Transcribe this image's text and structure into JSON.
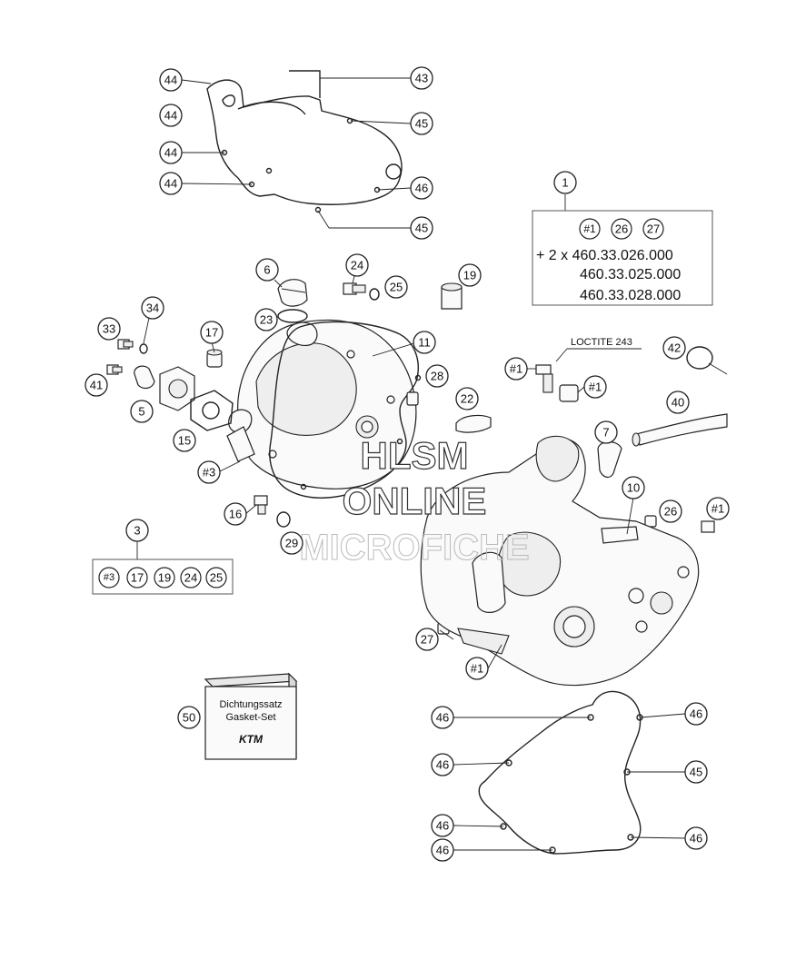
{
  "callouts": {
    "c44a": "44",
    "c44b": "44",
    "c44c": "44",
    "c44d": "44",
    "c43": "43",
    "c45a": "45",
    "c45b": "46",
    "c45c": "45",
    "c1": "1",
    "c6": "6",
    "c24a": "24",
    "c25a": "25",
    "c19a": "19",
    "c23": "23",
    "c34": "34",
    "c33": "33",
    "c17a": "17",
    "c11": "11",
    "c41": "41",
    "c5": "5",
    "c28": "28",
    "c22": "22",
    "c15": "15",
    "c3hash": "#3",
    "c16": "16",
    "c29": "29",
    "c42": "42",
    "c1hashA": "#1",
    "c1hashB": "#1",
    "c40": "40",
    "c7": "7",
    "c10": "10",
    "c26a": "26",
    "c1hashC": "#1",
    "c3": "3",
    "c27a": "27",
    "c1hashD": "#1",
    "c50": "50",
    "c46a": "46",
    "c46b": "46",
    "c46c": "46",
    "c46d": "46",
    "c46e": "46",
    "c46f": "46",
    "c45d": "45"
  },
  "kit1": {
    "items": [
      "#1",
      "26",
      "27"
    ],
    "line1": "+ 2 x 460.33.026.000",
    "line2": "460.33.025.000",
    "line3": "460.33.028.000"
  },
  "kit3": {
    "items": [
      "#3",
      "17",
      "19",
      "24",
      "25"
    ]
  },
  "loctite": "LOCTITE 243",
  "gasket_set": {
    "line1": "Dichtungssatz",
    "line2": "Gasket-Set",
    "brand": "KTM"
  },
  "watermark": {
    "line1": "HLSM",
    "line2": "ONLINE",
    "line3": "MICROFICHE"
  }
}
